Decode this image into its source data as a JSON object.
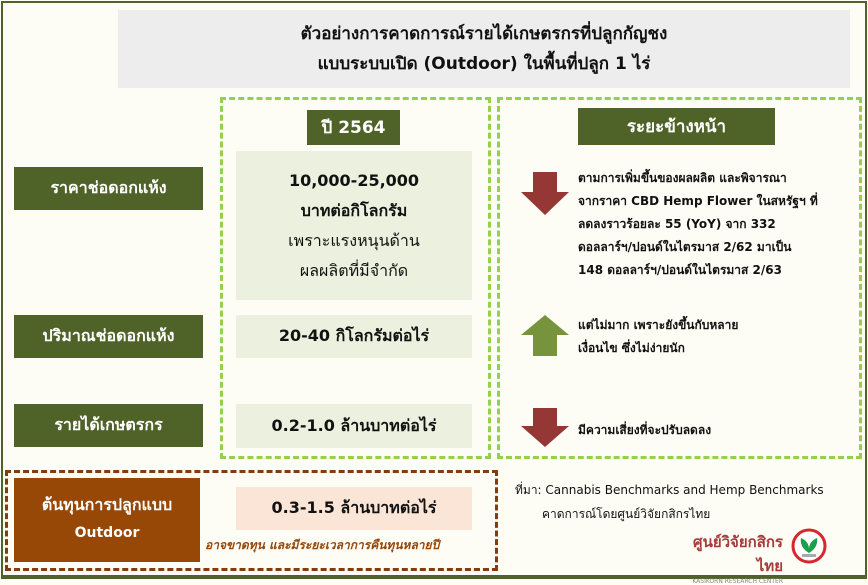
{
  "title": {
    "line1": "ตัวอย่างการคาดการณ์รายได้เกษตรกรที่ปลูกกัญชง",
    "line2": "แบบระบบเปิด (Outdoor) ในพื้นที่ปลูก 1 ไร่"
  },
  "headers": {
    "current": "ปี 2564",
    "future": "ระยะข้างหน้า"
  },
  "rows": [
    {
      "label": "ราคาช่อดอกแห้ง",
      "value_line1": "10,000-25,000",
      "value_line2": "บาทต่อกิโลกรัม",
      "value_line3": "เพราะแรงหนุนด้าน",
      "value_line4": "ผลผลิตที่มีจำกัด",
      "trend": "down",
      "note_lines": [
        "ตามการเพิ่มขึ้นของผลผลิต และพิจารณา",
        "จากราคา CBD Hemp Flower ในสหรัฐฯ ที่",
        "ลดลงราวร้อยละ 55 (YoY) จาก 332",
        "ดอลลาร์ฯ/ปอนด์ในไตรมาส 2/62 มาเป็น",
        "148 ดอลลาร์ฯ/ปอนด์ในไตรมาส 2/63"
      ]
    },
    {
      "label": "ปริมาณช่อดอกแห้ง",
      "value": "20-40 กิโลกรัมต่อไร่",
      "trend": "up",
      "note_lines": [
        "แต่ไม่มาก เพราะยังขึ้นกับหลาย",
        "เงื่อนไข ซึ่งไม่ง่ายนัก"
      ]
    },
    {
      "label": "รายได้เกษตรกร",
      "value": "0.2-1.0 ล้านบาทต่อไร่",
      "trend": "down",
      "note_lines": [
        "มีความเสี่ยงที่จะปรับลดลง"
      ]
    }
  ],
  "cost": {
    "label_line1": "ต้นทุนการปลูกแบบ",
    "label_line2": "Outdoor",
    "value": "0.3-1.5 ล้านบาทต่อไร่",
    "note": "อาจขาดทุน และมีระยะเวลาการคืนทุนหลายปี"
  },
  "source": {
    "line1": "ที่มา: Cannabis Benchmarks and Hemp Benchmarks",
    "line2": "คาดการณ์โดยศูนย์วิจัยกสิกรไทย"
  },
  "logo": {
    "name": "ศูนย์วิจัยกสิกรไทย",
    "sub": "KASIKORN RESEARCH CENTER"
  },
  "colors": {
    "olive": "#4f6228",
    "light_green": "#92d050",
    "down": "#953735",
    "up": "#77933c",
    "brown": "#974706"
  }
}
